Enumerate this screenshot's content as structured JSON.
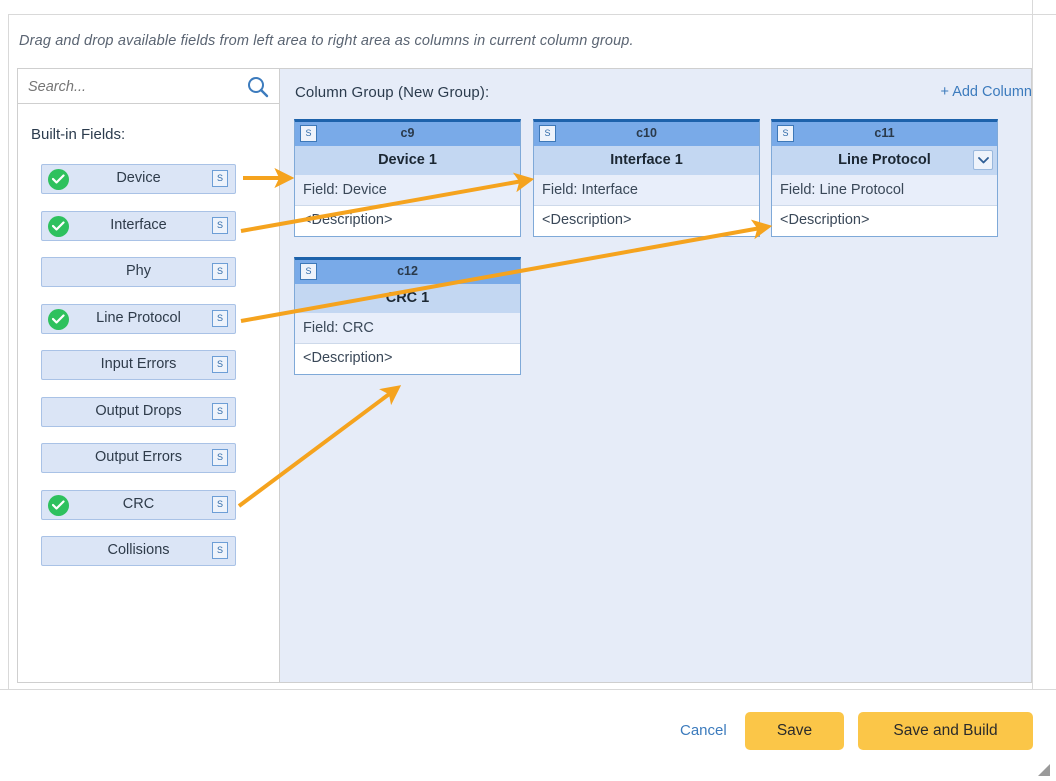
{
  "hint": "Drag and drop available fields from left area to right area as columns in current column group.",
  "search": {
    "placeholder": "Search...",
    "value": "",
    "icon": "search-icon"
  },
  "left_panel": {
    "section_label": "Built-in Fields:",
    "fields": [
      {
        "label": "Device",
        "selected": true,
        "badge": "S"
      },
      {
        "label": "Interface",
        "selected": true,
        "badge": "S"
      },
      {
        "label": "Phy",
        "selected": false,
        "badge": "S"
      },
      {
        "label": "Line Protocol",
        "selected": true,
        "badge": "S"
      },
      {
        "label": "Input Errors",
        "selected": false,
        "badge": "S"
      },
      {
        "label": "Output Drops",
        "selected": false,
        "badge": "S"
      },
      {
        "label": "Output Errors",
        "selected": false,
        "badge": "S"
      },
      {
        "label": "CRC",
        "selected": true,
        "badge": "S"
      },
      {
        "label": "Collisions",
        "selected": false,
        "badge": "S"
      }
    ]
  },
  "right_panel": {
    "group_label": "Column Group (New Group):",
    "add_column_label": "+ Add Column",
    "columns": [
      {
        "id": "c9",
        "badge": "S",
        "title": "Device 1",
        "field": "Field: Device",
        "description": "<Description>",
        "has_dropdown": false
      },
      {
        "id": "c10",
        "badge": "S",
        "title": "Interface 1",
        "field": "Field: Interface",
        "description": "<Description>",
        "has_dropdown": false
      },
      {
        "id": "c11",
        "badge": "S",
        "title": "Line Protocol",
        "field": "Field: Line Protocol",
        "description": "<Description>",
        "has_dropdown": true
      },
      {
        "id": "c12",
        "badge": "S",
        "title": "CRC 1",
        "field": "Field: CRC",
        "description": "<Description>",
        "has_dropdown": false
      }
    ]
  },
  "footer": {
    "cancel_label": "Cancel",
    "save_label": "Save",
    "save_build_label": "Save and Build"
  },
  "colors": {
    "accent_blue": "#3c7bbd",
    "card_header": "#79aae8",
    "card_title": "#c3d7f2",
    "panel_bg": "#e6ecf8",
    "button_yellow": "#fbc648",
    "check_green": "#2ec15e",
    "arrow_orange": "#f5a31e"
  }
}
